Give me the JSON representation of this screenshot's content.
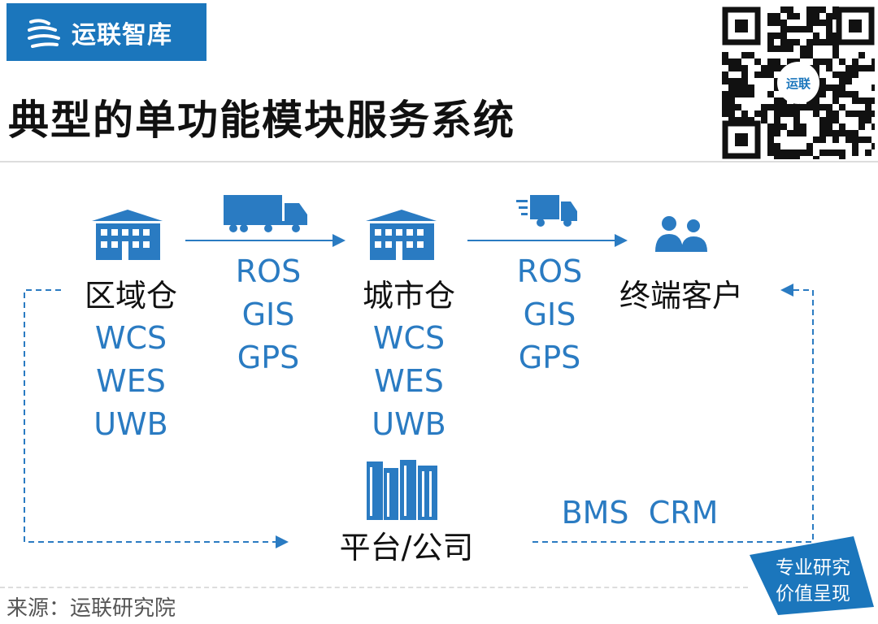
{
  "brand": {
    "name": "运联智库",
    "color": "#1b76bc",
    "qr_label": "运联"
  },
  "title": "典型的单功能模块服务系统",
  "nodes": [
    {
      "label": "区域仓",
      "systems": [
        "WCS",
        "WES",
        "UWB"
      ]
    },
    {
      "label": "城市仓",
      "systems": [
        "WCS",
        "WES",
        "UWB"
      ]
    },
    {
      "label": "终端客户"
    },
    {
      "label": "平台/公司"
    }
  ],
  "links": [
    {
      "systems": [
        "ROS",
        "GIS",
        "GPS"
      ]
    },
    {
      "systems": [
        "ROS",
        "GIS",
        "GPS"
      ]
    }
  ],
  "platform_systems": "BMS  CRM",
  "badge": {
    "line1": "专业研究",
    "line2": "价值呈现"
  },
  "source": "来源：运联研究院",
  "accent": "#2a7bc2"
}
